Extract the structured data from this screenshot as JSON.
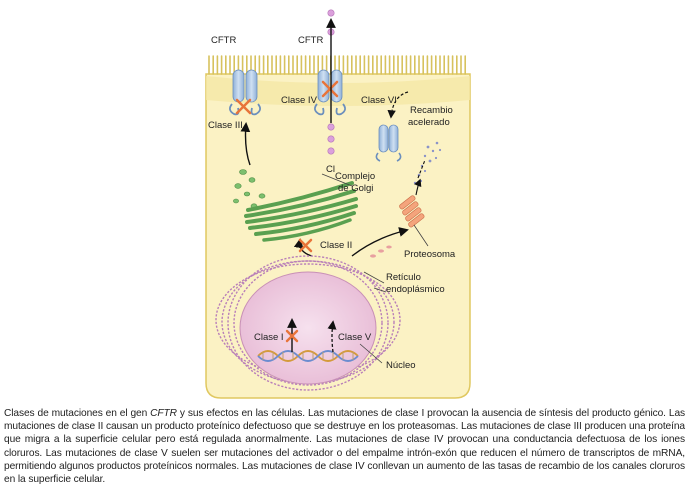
{
  "labels": {
    "cftr_left": "CFTR",
    "cftr_right": "CFTR",
    "clase_iii": "Clase III",
    "clase_iv": "Clase IV",
    "clase_vi": "Clase VI",
    "recambio_line1": "Recambio",
    "recambio_line2": "acelerado",
    "cl": "Cl",
    "golgi_line1": "Complejo",
    "golgi_line2": "de Golgi",
    "clase_ii": "Clase II",
    "proteosoma": "Proteosoma",
    "reticulo_line1": "Retículo",
    "reticulo_line2": "endoplásmico",
    "clase_i": "Clase I",
    "clase_v": "Clase V",
    "nucleo": "Núcleo"
  },
  "caption": {
    "part1": "Clases de mutaciones en el gen ",
    "gene": "CFTR",
    "part2": " y sus efectos en las células. Las mutaciones de clase I provocan la ausencia de síntesis del producto génico. Las mutaciones de clase II causan un producto proteínico defectuoso que se destruye en los proteasomas. Las mutaciones de clase III producen una proteína que migra a la superficie celular pero está regulada anormalmente. Las mutaciones de clase IV provocan una conductancia defectuosa de los iones cloruros. Las mutaciones de clase V suelen ser mutaciones del activador o del empalme intrón-exón que reducen el número de transcriptos de mRNA, permitiendo algunos productos proteínicos normales. Las mutaciones de clase IV conllevan un aumento de las tasas de recambio de los canales cloruros en la superficie celular."
  },
  "colors": {
    "cytoplasm": "#fbf2c4",
    "membrane": "#e3cd6a",
    "golgi": "#5aa050",
    "nucleus": "#f0cfe2",
    "er": "#b97fb9",
    "chloride": "#d89ad8",
    "protein": "#a9c6e6",
    "proteasome": "#f0a07a",
    "x_mark": "#e8743a"
  }
}
